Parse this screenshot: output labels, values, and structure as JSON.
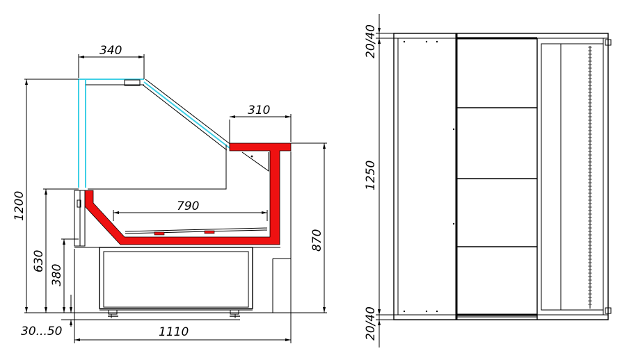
{
  "side_view": {
    "dims": {
      "glass_top_width": "340",
      "worktop_width": "310",
      "inner_depth": "790",
      "total_height": "1200",
      "counter_height": "870",
      "front_height": "630",
      "shelf_height": "380",
      "leg_range": "30...50",
      "total_depth": "1110"
    },
    "colors": {
      "glass": "#3fd0e6",
      "insulation": "#ee1111",
      "outline": "#000000"
    }
  },
  "front_view": {
    "dims": {
      "top_gap": "20/40",
      "length": "1250",
      "bottom_gap": "20/40"
    }
  }
}
